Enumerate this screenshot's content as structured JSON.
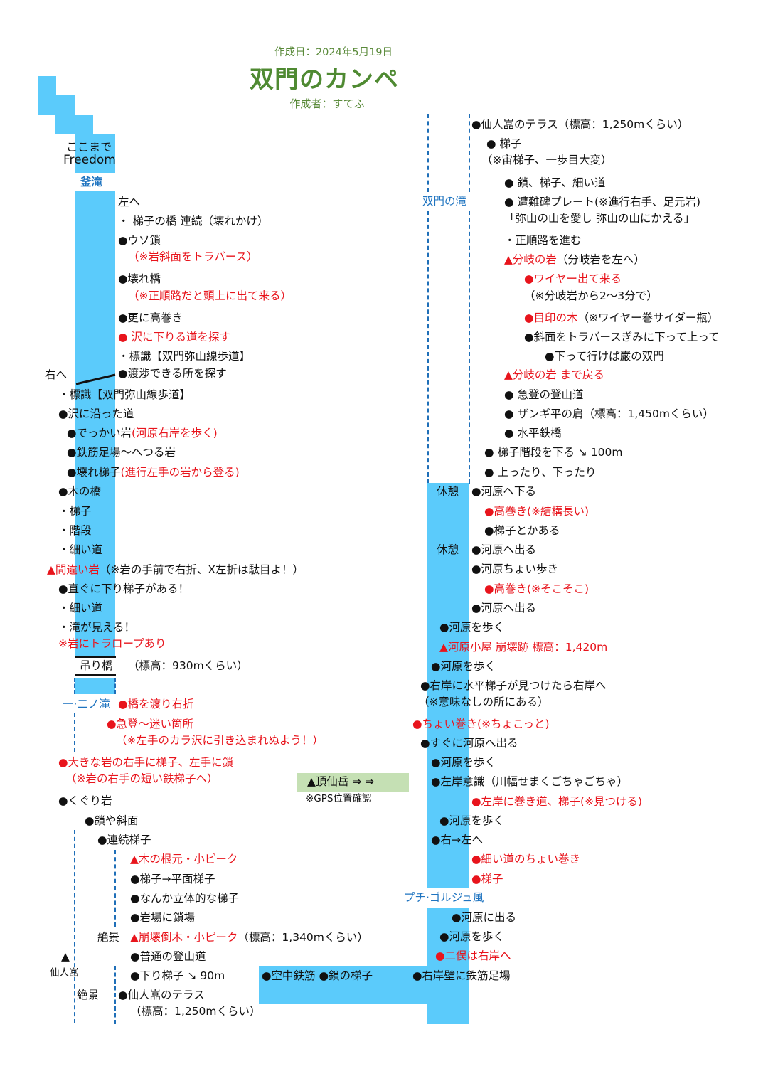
{
  "header": {
    "created_date": "作成日：2024年5月19日",
    "title": "双門のカンペ",
    "author": "作成者：すてふ"
  },
  "colors": {
    "water": "#5bcbfb",
    "title_green": "#4f8a32",
    "alert_red": "#e8141c",
    "label_blue": "#1f74c0",
    "gps_box": "#c5e0b4"
  },
  "labels": {
    "freedom_line1": "ここまで",
    "freedom_line2": "Freedom",
    "kamataki": "釜滝",
    "suspension_bridge": "吊り橋",
    "ichi_ni_falls": "一·二ノ滝",
    "somon_falls": "双門の滝",
    "petit_gorge": "プチ·ゴルジュ風",
    "rest_1": "休憩",
    "rest_2": "休憩",
    "sennin_mark": "▲",
    "sennin_gura": "仙人嵓",
    "chosen_peak": "▲頂仙岳 ⇒ ⇒",
    "gps_note": "※GPS位置確認"
  },
  "route_notes": [
    {
      "s": [
        {
          "t": "左へ",
          "c": "k"
        }
      ]
    },
    {
      "s": [
        {
          "t": "・ 梯子の橋 連続（壊れかけ）",
          "c": "k"
        }
      ]
    },
    {
      "s": [
        {
          "t": "●ウソ鎖",
          "c": "k"
        }
      ]
    },
    {
      "s": [
        {
          "t": "（※岩斜面をトラバース）",
          "c": "r"
        }
      ]
    },
    {
      "s": [
        {
          "t": "●壊れ橋",
          "c": "k"
        }
      ]
    },
    {
      "s": [
        {
          "t": "（※正順路だと頭上に出て来る）",
          "c": "r"
        }
      ]
    },
    {
      "s": [
        {
          "t": "●更に高巻き",
          "c": "k"
        }
      ]
    },
    {
      "s": [
        {
          "t": "● 沢に下りる道を探す",
          "c": "r"
        }
      ]
    },
    {
      "s": [
        {
          "t": "・標識【双門弥山線歩道】",
          "c": "k"
        }
      ]
    },
    {
      "s": [
        {
          "t": "●渡渉できる所を探す",
          "c": "k"
        }
      ]
    },
    {
      "s": [
        {
          "t": "右へ",
          "c": "k"
        }
      ]
    },
    {
      "s": [
        {
          "t": "・標識【双門弥山線歩道】",
          "c": "k"
        }
      ]
    },
    {
      "s": [
        {
          "t": "●沢に沿った道",
          "c": "k"
        }
      ]
    },
    {
      "s": [
        {
          "t": "●でっかい岩",
          "c": "k"
        },
        {
          "t": "(河原右岸を歩く)",
          "c": "r"
        }
      ]
    },
    {
      "s": [
        {
          "t": "●鉄筋足場～へつる岩",
          "c": "k"
        }
      ]
    },
    {
      "s": [
        {
          "t": "●壊れ梯子",
          "c": "k"
        },
        {
          "t": "(進行左手の岩から登る)",
          "c": "r"
        }
      ]
    },
    {
      "s": [
        {
          "t": "●木の橋",
          "c": "k"
        }
      ]
    },
    {
      "s": [
        {
          "t": "・梯子",
          "c": "k"
        }
      ]
    },
    {
      "s": [
        {
          "t": "・階段",
          "c": "k"
        }
      ]
    },
    {
      "s": [
        {
          "t": "・細い道",
          "c": "k"
        }
      ]
    },
    {
      "s": [
        {
          "t": "▲間違い岩",
          "c": "r"
        },
        {
          "t": "（※岩の手前で右折、X左折は駄目よ！）",
          "c": "k"
        }
      ]
    },
    {
      "s": [
        {
          "t": "●直ぐに下り梯子がある！",
          "c": "k"
        }
      ]
    },
    {
      "s": [
        {
          "t": "・細い道",
          "c": "k"
        }
      ]
    },
    {
      "s": [
        {
          "t": "・滝が見える！",
          "c": "k"
        }
      ]
    },
    {
      "s": [
        {
          "t": "※岩にトラロープあり",
          "c": "r"
        }
      ]
    },
    {
      "s": [
        {
          "t": "（標高：930mくらい）",
          "c": "k"
        }
      ]
    },
    {
      "s": [
        {
          "t": "●橋を渡り右折",
          "c": "r"
        }
      ]
    },
    {
      "s": [
        {
          "t": "●急登～迷い箇所",
          "c": "r"
        }
      ]
    },
    {
      "s": [
        {
          "t": "（※左手のカラ沢に引き込まれぬよう！）",
          "c": "r"
        }
      ]
    },
    {
      "s": [
        {
          "t": "●大きな岩の右手に梯子、左手に鎖",
          "c": "r"
        }
      ]
    },
    {
      "s": [
        {
          "t": "（※岩の右手の短い鉄梯子へ）",
          "c": "r"
        }
      ]
    },
    {
      "s": [
        {
          "t": "●くぐり岩",
          "c": "k"
        }
      ]
    },
    {
      "s": [
        {
          "t": "●鎖や斜面",
          "c": "k"
        }
      ]
    },
    {
      "s": [
        {
          "t": "●連続梯子",
          "c": "k"
        }
      ]
    },
    {
      "s": [
        {
          "t": "▲木の根元・小ピーク",
          "c": "r"
        }
      ]
    },
    {
      "s": [
        {
          "t": "●梯子→平面梯子",
          "c": "k"
        }
      ]
    },
    {
      "s": [
        {
          "t": "●なんか立体的な梯子",
          "c": "k"
        }
      ]
    },
    {
      "s": [
        {
          "t": "●岩場に鎖場",
          "c": "k"
        }
      ]
    },
    {
      "s": [
        {
          "t": "絶景",
          "c": "k"
        }
      ]
    },
    {
      "s": [
        {
          "t": "▲崩壊倒木・小ピーク",
          "c": "r"
        },
        {
          "t": "（標高：1,340mくらい）",
          "c": "k"
        }
      ]
    },
    {
      "s": [
        {
          "t": "●普通の登山道",
          "c": "k"
        }
      ]
    },
    {
      "s": [
        {
          "t": "●下り梯子 ↘ 90m",
          "c": "k"
        }
      ]
    },
    {
      "s": [
        {
          "t": "絶景",
          "c": "k"
        }
      ]
    },
    {
      "s": [
        {
          "t": "●仙人嵓のテラス",
          "c": "k"
        }
      ]
    },
    {
      "s": [
        {
          "t": "（標高：1,250mくらい）",
          "c": "k"
        }
      ]
    },
    {
      "s": [
        {
          "t": "●空中鉄筋 ●鎖の梯子",
          "c": "k"
        }
      ]
    },
    {
      "s": [
        {
          "t": "●右岸壁に鉄筋足場",
          "c": "k"
        }
      ]
    },
    {
      "s": [
        {
          "t": "●仙人嵓のテラス（標高：1,250mくらい）",
          "c": "k"
        }
      ]
    },
    {
      "s": [
        {
          "t": "● 梯子",
          "c": "k"
        }
      ]
    },
    {
      "s": [
        {
          "t": "（※宙梯子、一歩目大変）",
          "c": "k"
        }
      ]
    },
    {
      "s": [
        {
          "t": "● 鎖、梯子、細い道",
          "c": "k"
        }
      ]
    },
    {
      "s": [
        {
          "t": "● 遭難碑プレート(※進行右手、足元岩)",
          "c": "k"
        }
      ]
    },
    {
      "s": [
        {
          "t": "「弥山の山を愛し 弥山の山にかえる」",
          "c": "k"
        }
      ]
    },
    {
      "s": [
        {
          "t": "・正順路を進む",
          "c": "k"
        }
      ]
    },
    {
      "s": [
        {
          "t": "▲分岐の岩",
          "c": "r"
        },
        {
          "t": "（分岐岩を左へ）",
          "c": "k"
        }
      ]
    },
    {
      "s": [
        {
          "t": "●ワイヤー出て来る",
          "c": "r"
        }
      ]
    },
    {
      "s": [
        {
          "t": "（※分岐岩から2～3分で）",
          "c": "k"
        }
      ]
    },
    {
      "s": [
        {
          "t": "●目印の木",
          "c": "r"
        },
        {
          "t": "（※ワイヤー巻サイダー瓶）",
          "c": "k"
        }
      ]
    },
    {
      "s": [
        {
          "t": "●斜面をトラバースぎみに下って上って",
          "c": "k"
        }
      ]
    },
    {
      "s": [
        {
          "t": "●下って行けば巌の双門",
          "c": "k"
        }
      ]
    },
    {
      "s": [
        {
          "t": "▲分岐の岩 まで戻る",
          "c": "r"
        }
      ]
    },
    {
      "s": [
        {
          "t": "● 急登の登山道",
          "c": "k"
        }
      ]
    },
    {
      "s": [
        {
          "t": "● ザンギ平の肩（標高：1,450mくらい）",
          "c": "k"
        }
      ]
    },
    {
      "s": [
        {
          "t": "● 水平鉄橋",
          "c": "k"
        }
      ]
    },
    {
      "s": [
        {
          "t": "● 梯子階段を下る ↘ 100m",
          "c": "k"
        }
      ]
    },
    {
      "s": [
        {
          "t": "● 上ったり、下ったり",
          "c": "k"
        }
      ]
    },
    {
      "s": [
        {
          "t": "●河原へ下る",
          "c": "k"
        }
      ]
    },
    {
      "s": [
        {
          "t": "●高巻き(※結構長い)",
          "c": "r"
        }
      ]
    },
    {
      "s": [
        {
          "t": "●梯子とかある",
          "c": "k"
        }
      ]
    },
    {
      "s": [
        {
          "t": "●河原へ出る",
          "c": "k"
        }
      ]
    },
    {
      "s": [
        {
          "t": "●河原ちょい歩き",
          "c": "k"
        }
      ]
    },
    {
      "s": [
        {
          "t": "●高巻き(※そこそこ)",
          "c": "r"
        }
      ]
    },
    {
      "s": [
        {
          "t": "●河原へ出る",
          "c": "k"
        }
      ]
    },
    {
      "s": [
        {
          "t": "●河原を歩く",
          "c": "k"
        }
      ]
    },
    {
      "s": [
        {
          "t": "▲河原小屋 崩壊跡 標高：1,420m",
          "c": "r"
        }
      ]
    },
    {
      "s": [
        {
          "t": "●河原を歩く",
          "c": "k"
        }
      ]
    },
    {
      "s": [
        {
          "t": "●右岸に水平梯子が見つけたら右岸へ",
          "c": "k"
        }
      ]
    },
    {
      "s": [
        {
          "t": "（※意味なしの所にある）",
          "c": "k"
        }
      ]
    },
    {
      "s": [
        {
          "t": "●ちょい巻き(※ちょこっと)",
          "c": "r"
        }
      ]
    },
    {
      "s": [
        {
          "t": "●すぐに河原へ出る",
          "c": "k"
        }
      ]
    },
    {
      "s": [
        {
          "t": "●河原を歩く",
          "c": "k"
        }
      ]
    },
    {
      "s": [
        {
          "t": "●左岸意識（川幅せまくごちゃごちゃ）",
          "c": "k"
        }
      ]
    },
    {
      "s": [
        {
          "t": "●左岸に巻き道、梯子(※見つける)",
          "c": "r"
        }
      ]
    },
    {
      "s": [
        {
          "t": "●河原を歩く",
          "c": "k"
        }
      ]
    },
    {
      "s": [
        {
          "t": "●右→左へ",
          "c": "k"
        }
      ]
    },
    {
      "s": [
        {
          "t": "●細い道のちょい巻き",
          "c": "r"
        }
      ]
    },
    {
      "s": [
        {
          "t": "●梯子",
          "c": "r"
        }
      ]
    },
    {
      "s": [
        {
          "t": "●河原に出る",
          "c": "k"
        }
      ]
    },
    {
      "s": [
        {
          "t": "●河原を歩く",
          "c": "k"
        }
      ]
    },
    {
      "s": [
        {
          "t": "●二俣は右岸へ",
          "c": "r"
        }
      ]
    }
  ]
}
